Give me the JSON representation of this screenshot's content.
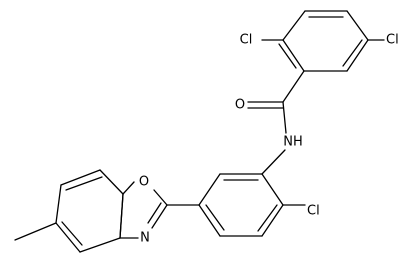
{
  "structure": {
    "atoms": {
      "cl1": "Cl",
      "cl2": "Cl",
      "cl3": "Cl",
      "o_carbonyl": "O",
      "n_amide": "NH",
      "o_ring": "O",
      "n_ring": "N"
    }
  }
}
